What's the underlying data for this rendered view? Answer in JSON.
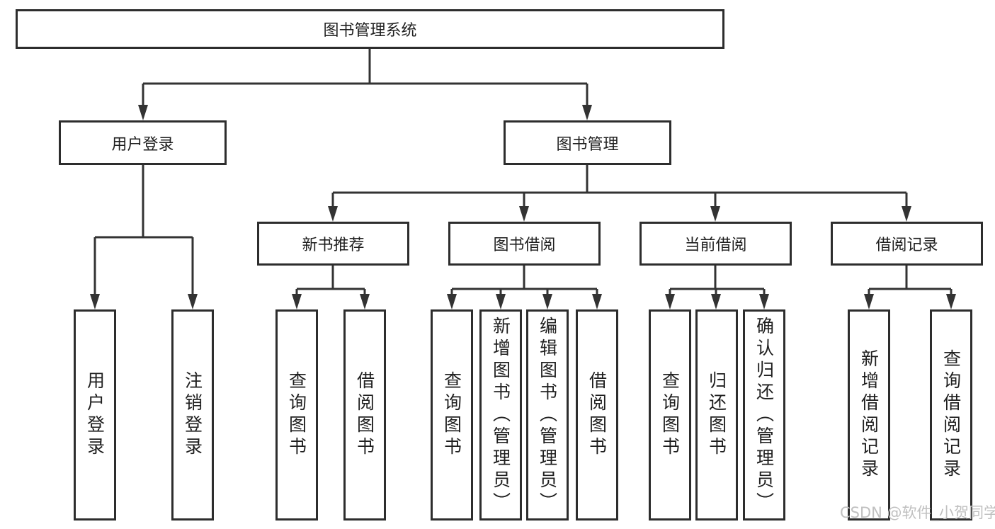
{
  "tree": {
    "root": {
      "label": "图书管理系统"
    },
    "branches": [
      {
        "label": "用户登录",
        "leaves": [
          "用户登录",
          "注销登录"
        ]
      },
      {
        "label": "图书管理",
        "groups": [
          {
            "label": "新书推荐",
            "leaves": [
              "查询图书",
              "借阅图书"
            ]
          },
          {
            "label": "图书借阅",
            "leaves": [
              "查询图书",
              "新增图书（管理员）",
              "编辑图书（管理员）",
              "借阅图书"
            ]
          },
          {
            "label": "当前借阅",
            "leaves": [
              "查询图书",
              "归还图书",
              "确认归还（管理员）"
            ]
          },
          {
            "label": "借阅记录",
            "leaves": [
              "新增借阅记录",
              "查询借阅记录"
            ]
          }
        ]
      }
    ]
  },
  "watermark": {
    "text": "CSDN @软件_小贺同学"
  },
  "colors": {
    "background": "#ffffff",
    "box_border": "#2d2d2d",
    "connector_line": "#333333",
    "text": "#1f1f1f",
    "watermark_text": "#c0c0c0"
  }
}
